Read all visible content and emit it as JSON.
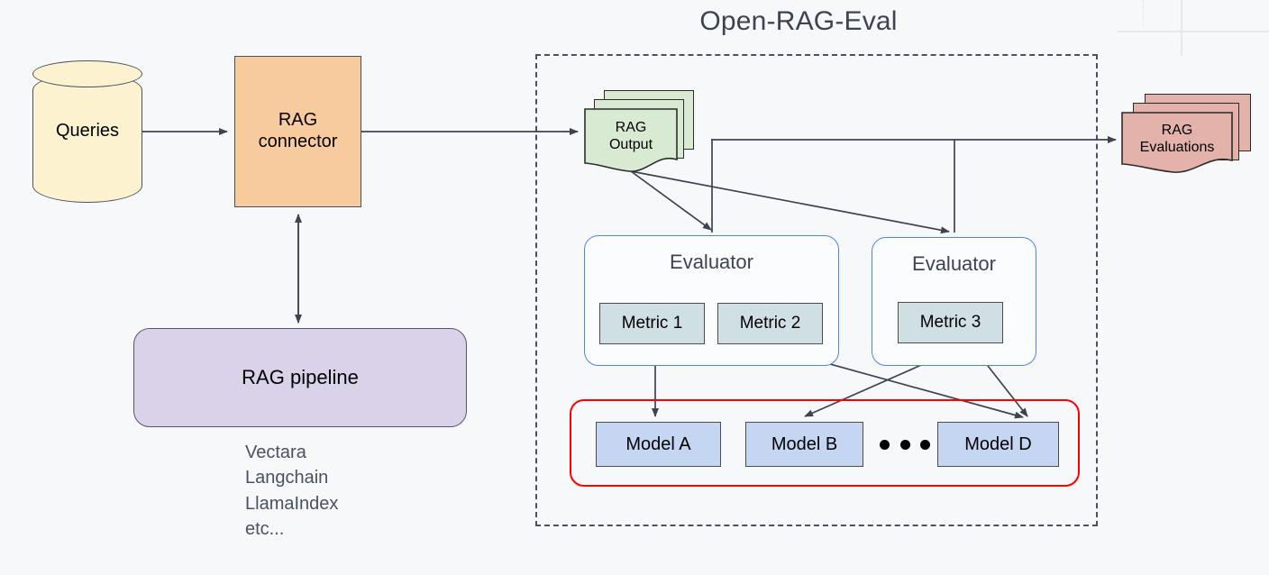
{
  "title": "Open-RAG-Eval",
  "nodes": {
    "queries": {
      "label": "Queries"
    },
    "rag_connector": {
      "line1": "RAG",
      "line2": "connector"
    },
    "rag_pipeline": {
      "label": "RAG pipeline"
    },
    "rag_output": {
      "line1": "RAG",
      "line2": "Output"
    },
    "rag_evaluations": {
      "line1": "RAG",
      "line2": "Evaluations"
    }
  },
  "pipeline_list": {
    "items": [
      "Vectara",
      "Langchain",
      "LlamaIndex",
      "etc..."
    ],
    "text": "Vectara\nLangchain\nLlamaIndex\netc..."
  },
  "evaluators": [
    {
      "title": "Evaluator",
      "metrics": [
        "Metric 1",
        "Metric 2"
      ]
    },
    {
      "title": "Evaluator",
      "metrics": [
        "Metric 3"
      ]
    }
  ],
  "metrics": {
    "metric_1": "Metric 1",
    "metric_2": "Metric 2",
    "metric_3": "Metric 3"
  },
  "models": {
    "model_a": "Model A",
    "model_b": "Model B",
    "model_d": "Model D",
    "ellipsis": "..."
  },
  "colors": {
    "background": "#f7f8fa",
    "queries_fill": "#fdf2cf",
    "connector_fill": "#f7cb9e",
    "pipeline_fill": "#d9d2e9",
    "rag_output_fill": "#d9ead3",
    "rag_evaluations_fill": "#e3b3ab",
    "evaluator_border": "#4a86e8",
    "metric_fill": "#d0dfe3",
    "model_fill": "#c5d6f2",
    "models_group_border": "#ff0000",
    "container_border": "#4a5160",
    "arrow": "#3d4451",
    "title_text": "#3d4451"
  }
}
